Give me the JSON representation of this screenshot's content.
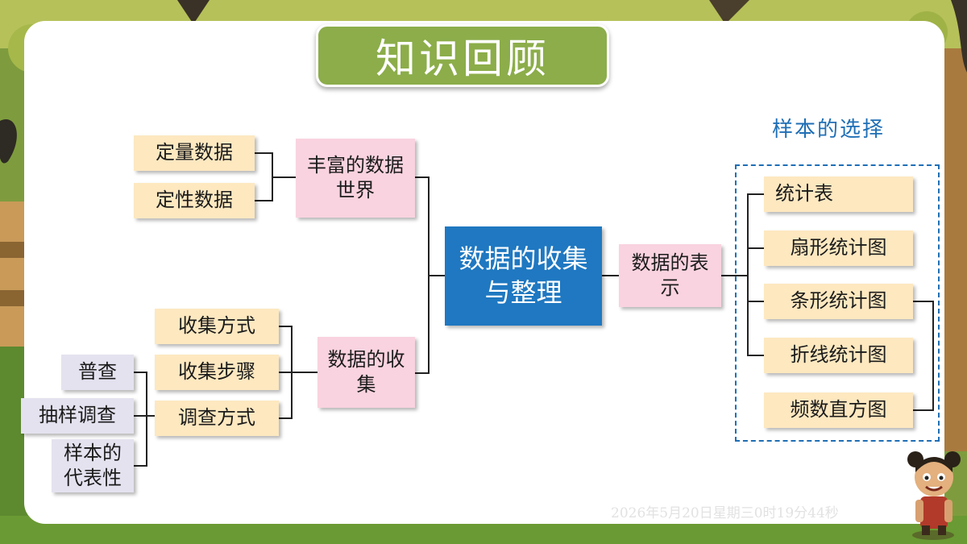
{
  "title": "知识回顾",
  "section_label": "样本的选择",
  "timestamp": "2026年5月20日星期三0时19分44秒",
  "nodes": {
    "center": "数据的收集与整理",
    "rich_world": "丰富的数据世界",
    "quantitative": "定量数据",
    "qualitative": "定性数据",
    "collection": "数据的收集",
    "collect_methods": "收集方式",
    "collect_steps": "收集步骤",
    "survey_methods": "调查方式",
    "census": "普查",
    "sampling": "抽样调查",
    "representativeness": "样本的代表性",
    "representation": "数据的表示",
    "stat_table": "统计表",
    "pie_chart": "扇形统计图",
    "bar_chart": "条形统计图",
    "line_chart": "折线统计图",
    "histogram": "频数直方图"
  },
  "colors": {
    "title_green": "#8cad4a",
    "center_blue": "#1f78c1",
    "pink": "#f9d3df",
    "yellow": "#fde8c0",
    "lavender": "#e4e2ef",
    "dash_blue": "#1f6fb5"
  }
}
